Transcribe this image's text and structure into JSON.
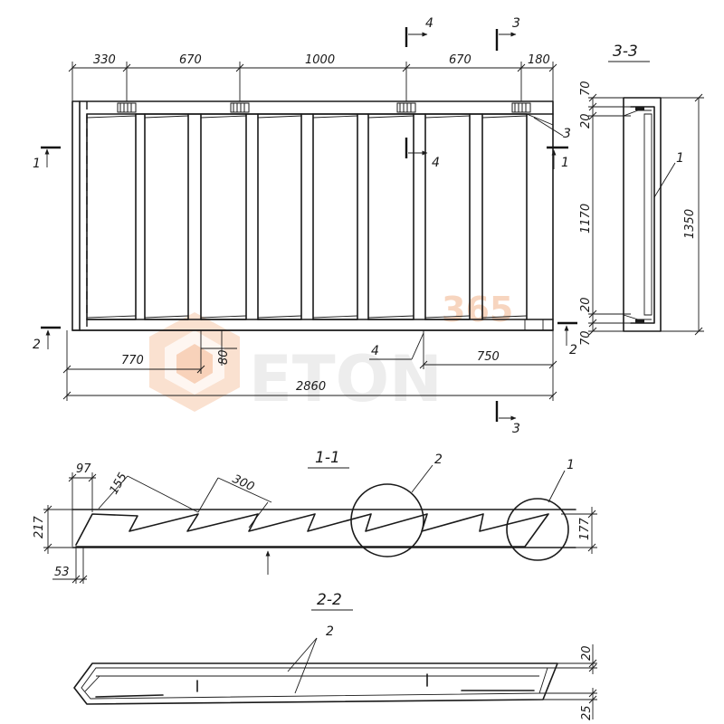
{
  "plan": {
    "top_dims": [
      "330",
      "670",
      "1000",
      "670",
      "180"
    ],
    "bottom_dims": [
      "770",
      "80",
      "750"
    ],
    "overall_dim": "2860",
    "leaders": [
      "3",
      "4"
    ]
  },
  "section_marks": {
    "s1": "1",
    "s2": "2",
    "s3": "3",
    "s4": "4"
  },
  "section_3_3": {
    "title": "3-3",
    "dims": [
      "70",
      "20",
      "1170",
      "20",
      "70"
    ],
    "overall_dim": "1350",
    "leader": "1"
  },
  "section_1_1": {
    "title": "1-1",
    "dims": [
      "97",
      "155",
      "300",
      "217",
      "53",
      "177"
    ],
    "leaders": [
      "2",
      "1"
    ]
  },
  "section_2_2": {
    "title": "2-2",
    "dims": [
      "20",
      "25"
    ],
    "leader": "2"
  },
  "watermark": {
    "number": "365",
    "text": "ETON"
  }
}
